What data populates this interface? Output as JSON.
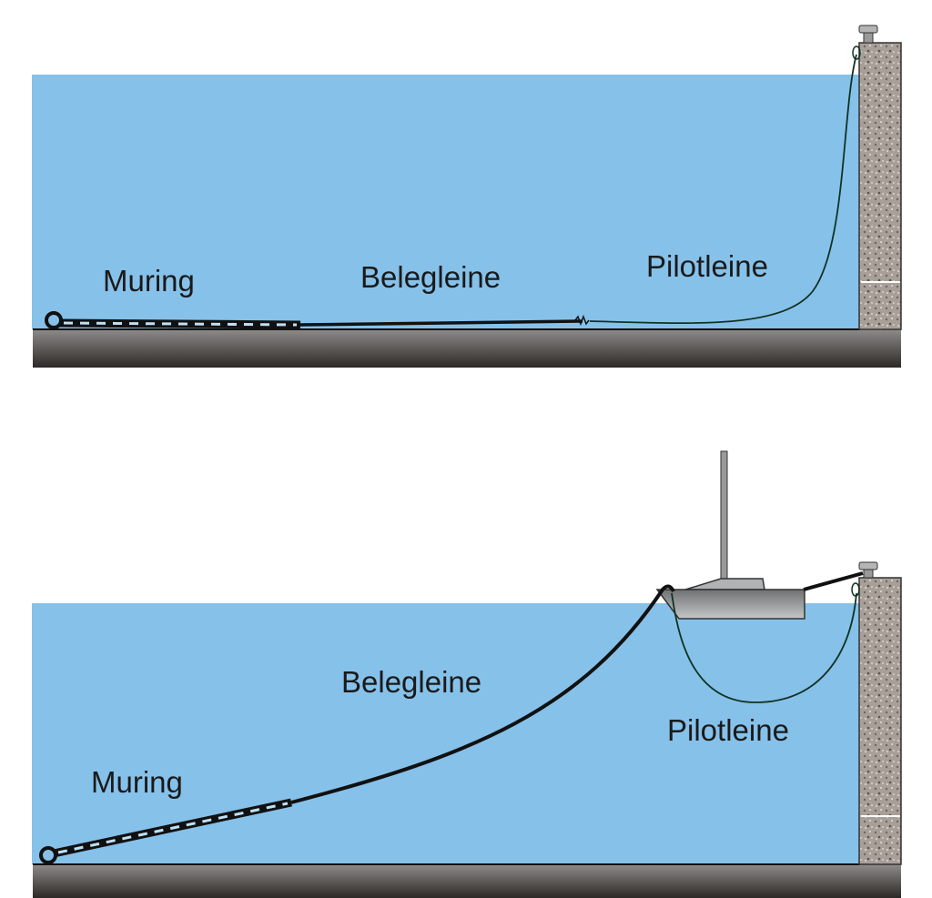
{
  "colors": {
    "water": "#86c1ea",
    "ground_top": "#8c8a88",
    "ground_bottom": "#2e2a28",
    "wall": "#a59d95",
    "line": "#111820",
    "boat": "#9a9c9e"
  },
  "top_panel": {
    "labels": {
      "muring": "Muring",
      "belegleine": "Belegleine",
      "pilotleine": "Pilotleine"
    }
  },
  "bottom_panel": {
    "labels": {
      "muring": "Muring",
      "belegleine": "Belegleine",
      "pilotleine": "Pilotleine"
    }
  }
}
